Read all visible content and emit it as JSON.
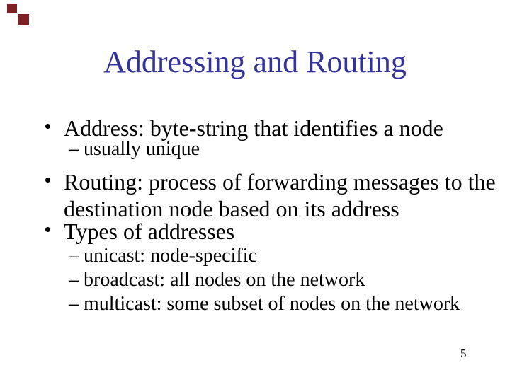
{
  "slide": {
    "title": "Addressing and Routing",
    "page_number": "5",
    "colors": {
      "background": "#ffffff",
      "title_text": "#333399",
      "body_text": "#000000",
      "decoration_square": "#7b2125"
    },
    "decoration": {
      "square_count": 2,
      "description": "two dark red squares stacked diagonally in top-left corner"
    },
    "bullets": {
      "b1": {
        "marker": "bullet-dot",
        "text": "Address: byte-string that identifies a node"
      },
      "s1": {
        "marker": "–",
        "text": "usually unique"
      },
      "b2": {
        "marker": "bullet-dot",
        "line1": "Routing: process of forwarding messages to the",
        "line2": "destination node based on its address"
      },
      "b3": {
        "marker": "bullet-dot",
        "text": "Types of addresses"
      },
      "s2": {
        "marker": "–",
        "text": "unicast: node-specific"
      },
      "s3": {
        "marker": "–",
        "text": "broadcast: all nodes on the network"
      },
      "s4": {
        "marker": "–",
        "text": "multicast: some subset of nodes on the network"
      }
    }
  }
}
